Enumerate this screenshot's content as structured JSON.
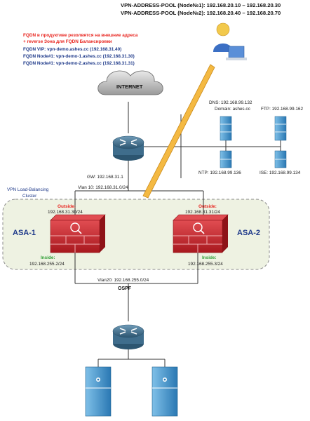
{
  "pool_labels": {
    "node1": "VPN-ADDRESS-POOL (Node№1): 192.168.20.10 – 192.168.20.30",
    "node2": "VPN-ADDRESS-POOL (Node№2): 192.168.20.40 – 192.168.20.70"
  },
  "fqdn_notes": {
    "red_line1": "FQDN в продуктиве резолвятся на внешние адреса",
    "red_line2": "+ reverse Зона для FQDN Балансировки",
    "vip": "FQDN VIP: vpn-demo.ashes.cc    (192.168.31.40)",
    "node1": "FQDN Node#1: vpn-demo-1.ashes.cc (192.168.31.30)",
    "node2": "FQDN Node#1: vpn-demo-2.ashes.cc (192.168.31.31)"
  },
  "internet_label": "INTERNET",
  "services": {
    "dns_line1": "DNS: 192.168.99.132",
    "dns_line2": "Domain: ashes.cc",
    "ftp": "FTP: 192.168.99.162",
    "ntp": "NTP: 192.168.99.136",
    "ise": "ISE: 192.168.99.134"
  },
  "gateway": "GW: 192.168.31.1",
  "vlan10": "Vlan 10: 192.168.31.0/24",
  "cluster_line1": "VPN Load-Balancing",
  "cluster_line2": "Cluster",
  "asa1": {
    "name": "ASA-1",
    "outside_label": "Outside:",
    "outside_ip": "192.168.31.30/24",
    "inside_label": "Inside:",
    "inside_ip": "192.168.255.2/24"
  },
  "asa2": {
    "name": "ASA-2",
    "outside_label": "Outside:",
    "outside_ip": "192.168.31.31/24",
    "inside_label": "Inside:",
    "inside_ip": "192.168.255.3/24"
  },
  "vlan20": "Vlan20: 192.168.255.0/24",
  "ospf": "OSPF",
  "colors": {
    "red": "#e8251f",
    "navy": "#1f3a8a",
    "green": "#2f9e35",
    "router_blue": "#3f6d8c",
    "firewall_red": "#c7242a",
    "server_blue": "#2e86c1",
    "tunnel": "#f4b942",
    "cluster_fill": "#eef2e2"
  },
  "icons": [
    "cloud-icon",
    "router-icon",
    "firewall-icon",
    "server-icon",
    "user-workstation-icon"
  ]
}
